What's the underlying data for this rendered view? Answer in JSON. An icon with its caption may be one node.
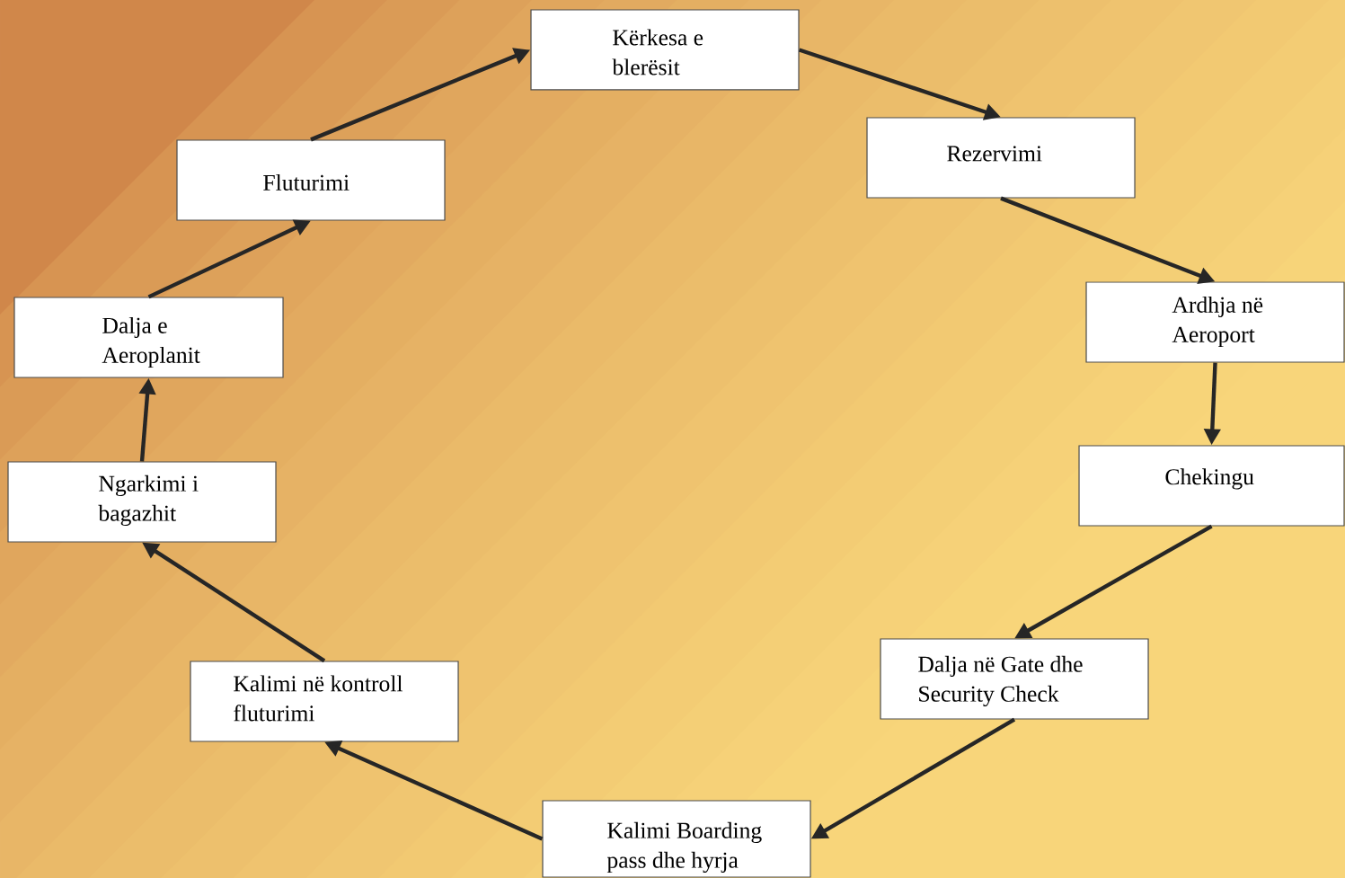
{
  "diagram": {
    "nodes": [
      {
        "text": [
          "Kërkesa e blerësit"
        ]
      },
      {
        "text": [
          "Rezervimi"
        ]
      },
      {
        "text": [
          "Ardhja në Aeroport"
        ]
      },
      {
        "text": [
          "Chekingu"
        ]
      },
      {
        "text": [
          "Dalja në Gate dhe Security Check"
        ]
      },
      {
        "text": [
          "Kalimi Boarding pass dhe hyrja"
        ]
      },
      {
        "text": [
          "Kalimi në kontroll fluturimi"
        ]
      },
      {
        "text": [
          "Ngarkimi i bagazhit"
        ]
      },
      {
        "text": [
          "Dalja e Aeroplanit"
        ]
      },
      {
        "text": [
          "Fluturimi"
        ]
      }
    ],
    "edges": [
      {
        "from": 0,
        "to": 1,
        "arrow": "to"
      },
      {
        "from": 1,
        "to": 2,
        "arrow": "to"
      },
      {
        "from": 2,
        "to": 3,
        "arrow": "to"
      },
      {
        "from": 3,
        "to": 4,
        "arrow": "to"
      },
      {
        "from": 4,
        "to": 5,
        "arrow": "to"
      },
      {
        "from": 5,
        "to": 6,
        "arrow": "to"
      },
      {
        "from": 6,
        "to": 7,
        "arrow": "to"
      },
      {
        "from": 7,
        "to": 8,
        "arrow": "to"
      },
      {
        "from": 8,
        "to": 9,
        "arrow": "to"
      },
      {
        "from": 9,
        "to": 0,
        "arrow": "to"
      }
    ]
  }
}
